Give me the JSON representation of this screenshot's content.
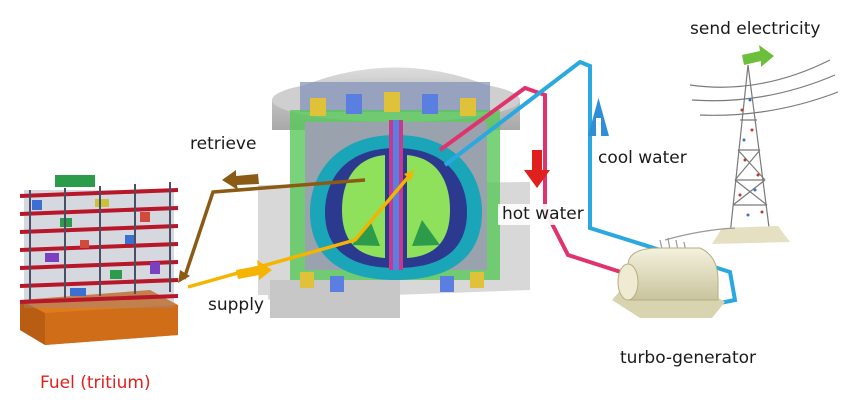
{
  "labels": {
    "send_electricity": "send electricity",
    "retrieve": "retrieve",
    "cool_water": "cool water",
    "hot_water": "hot water",
    "supply": "supply",
    "turbo_generator": "turbo-generator",
    "fuel": "Fuel (tritium)"
  },
  "colors": {
    "retrieve_line": "#8b5a14",
    "supply_line": "#f4b400",
    "hot_water_line": "#e0336e",
    "cool_water_line": "#2aa8e0",
    "send_arrow": "#6cbf3a",
    "cool_arrow": "#2e8fd6",
    "hot_arrow": "#e0201c",
    "fuel_text": "#e0201c",
    "plasma": "#8fe05a",
    "vessel": "#1aa5b8",
    "platform": "#e07a1e"
  }
}
